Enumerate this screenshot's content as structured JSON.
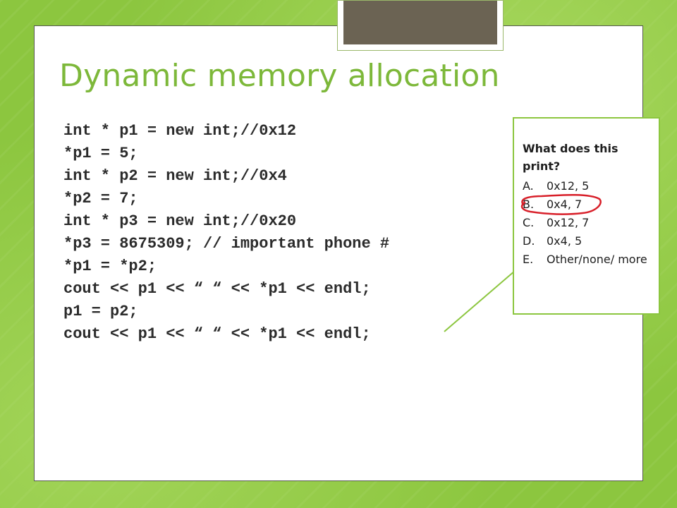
{
  "slide": {
    "title": "Dynamic memory allocation",
    "code_lines": [
      "int * p1 = new int;//0x12",
      "*p1 = 5;",
      "int * p2 = new int;//0x4",
      "*p2 = 7;",
      "int * p3 = new int;//0x20",
      "*p3 = 8675309; // important phone #",
      "*p1 = *p2;",
      "cout << p1 << “ “ << *p1 << endl;",
      "p1 = p2;",
      "cout << p1 << “ “ << *p1 << endl;"
    ]
  },
  "question": {
    "text": "What does this print?",
    "options": [
      {
        "letter": "A.",
        "text": "0x12, 5"
      },
      {
        "letter": "B.",
        "text": "0x4, 7"
      },
      {
        "letter": "C.",
        "text": "0x12, 7"
      },
      {
        "letter": "D.",
        "text": "0x4, 5"
      },
      {
        "letter": "E.",
        "text": "Other/none/ more"
      }
    ],
    "circled_option": "B."
  },
  "colors": {
    "theme_green": "#8cc63f",
    "title_green": "#7db83a",
    "tab_brown": "#6b6353",
    "annotation_red": "#d8202a"
  }
}
